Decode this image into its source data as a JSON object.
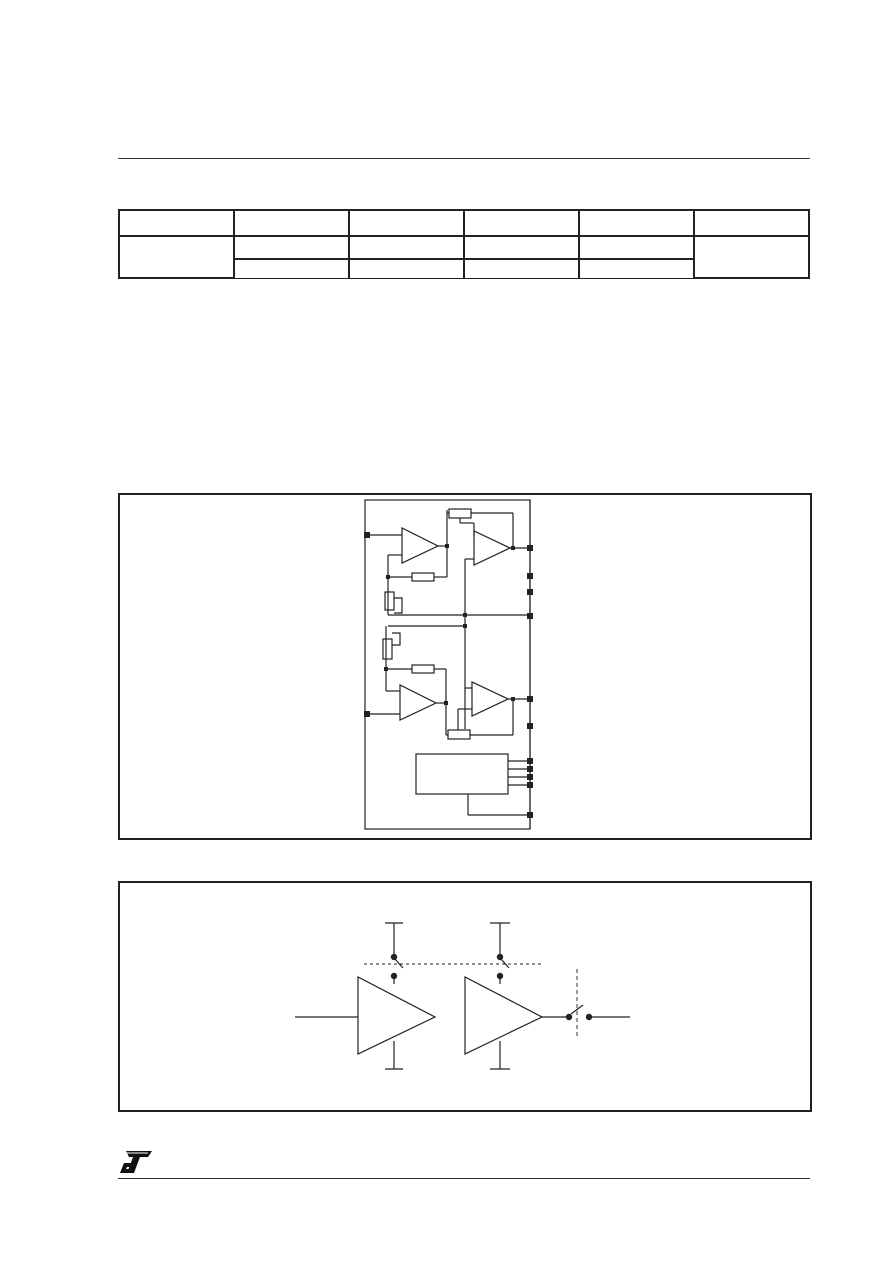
{
  "page": {
    "header_rule": true,
    "footer_rule": true
  },
  "spec_table": {
    "columns": 6,
    "rows": [
      [
        "",
        "",
        "",
        "",
        "",
        ""
      ],
      [
        "",
        "",
        "",
        "",
        "",
        ""
      ],
      [
        "",
        "",
        "",
        "",
        ""
      ]
    ]
  },
  "figure_block_diagram": {
    "opamps": 4,
    "control_block": 1,
    "right_pins": 11
  },
  "figure_signal_path": {
    "amplifiers": 2,
    "switches": 3
  },
  "footer": {
    "logo_icon": "st-logo-icon"
  },
  "colors": {
    "ink": "#222222",
    "paper": "#ffffff"
  }
}
